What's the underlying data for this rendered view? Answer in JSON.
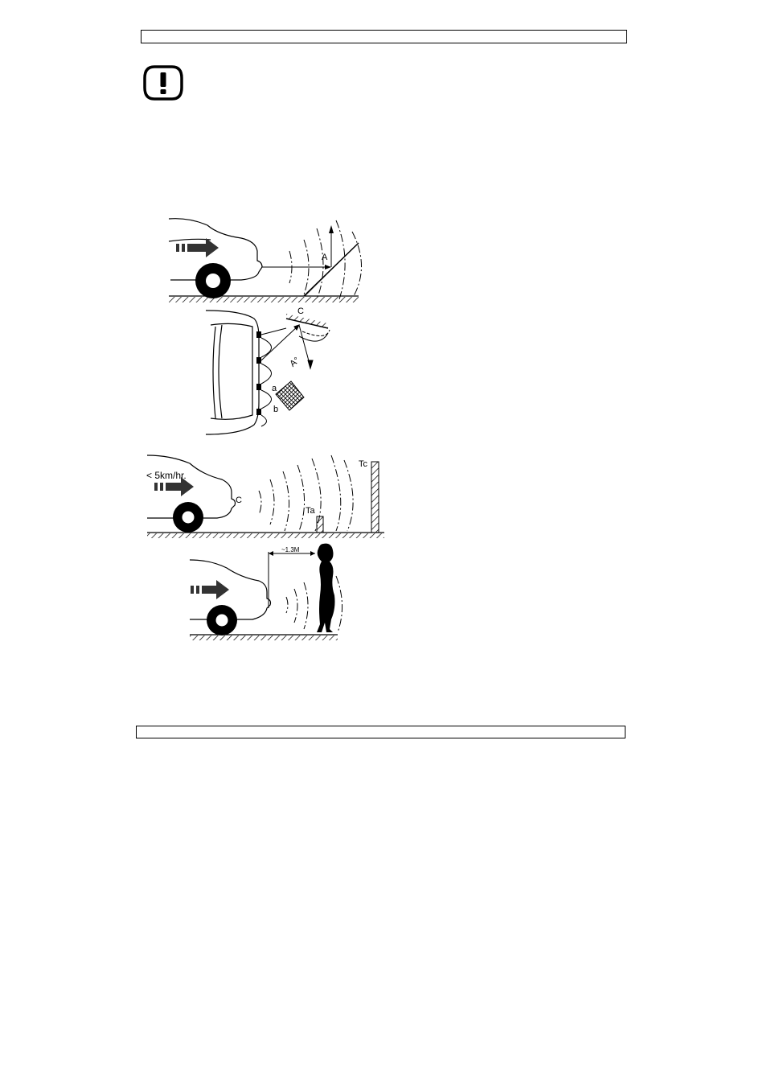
{
  "page": {
    "header_text": "",
    "footer_text": ""
  },
  "icons": {
    "warning": "warning-exclamation-icon"
  },
  "figure1": {
    "label_a": "A"
  },
  "figure2": {
    "label_c": "C",
    "label_angle": "A°",
    "label_a": "a",
    "label_b": "b"
  },
  "figure3": {
    "speed_label": "< 5km/hr.",
    "label_c": "C",
    "label_ta": "Ta",
    "label_tc": "Tc"
  },
  "figure4": {
    "distance_label": "~1.3M"
  }
}
